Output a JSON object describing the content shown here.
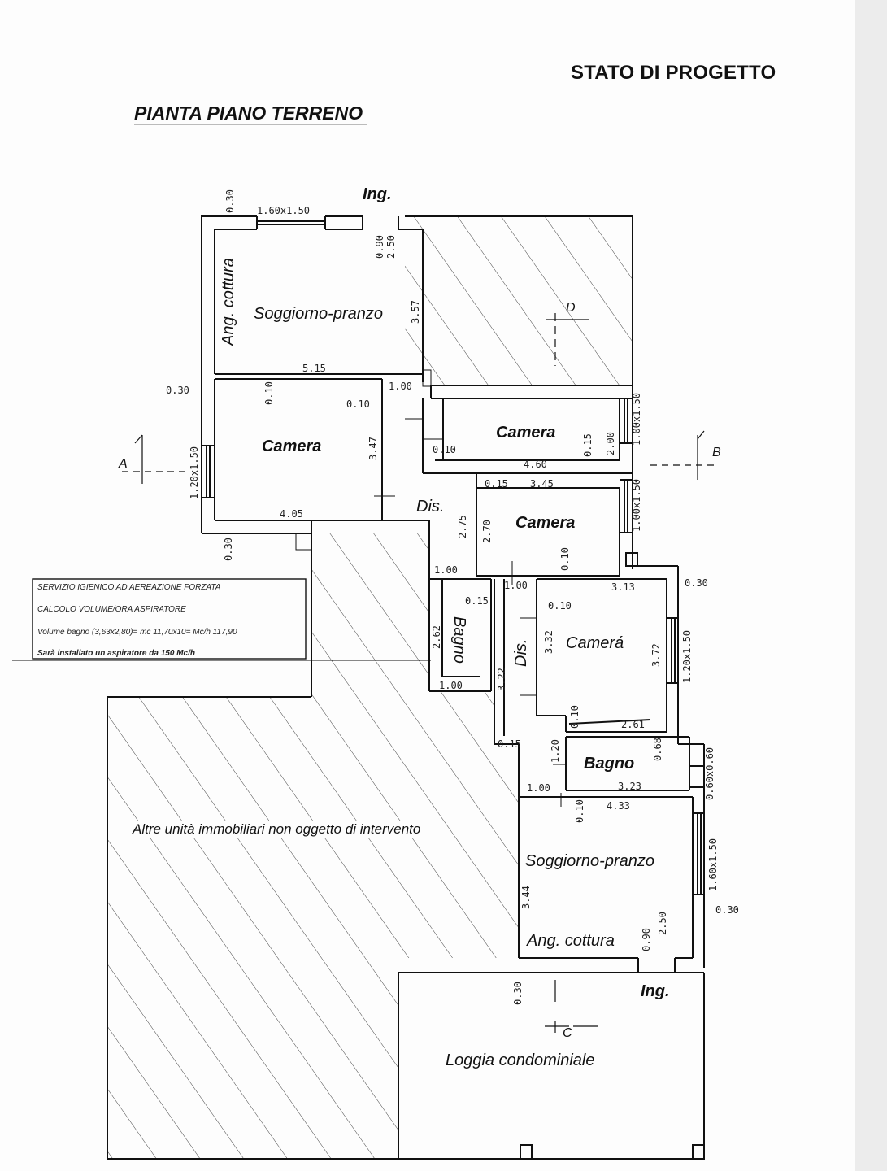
{
  "header": {
    "project_status": "STATO DI PROGETTO",
    "floor_title": "PIANTA PIANO TERRENO"
  },
  "rooms": {
    "north_living": "Soggiorno-pranzo",
    "north_kitchen": "Ang. cottura",
    "camera_west": "Camera",
    "camera_east_top": "Camera",
    "camera_east_mid": "Camera",
    "camera_south": "Camerá",
    "dis_north": "Dis.",
    "dis_south": "Dis.",
    "bagno_west": "Bagno",
    "bagno_south": "Bagno",
    "south_living": "Soggiorno-pranzo",
    "south_kitchen": "Ang. cottura",
    "loggia": "Loggia condominiale"
  },
  "entrances": {
    "north": "Ing.",
    "south": "Ing."
  },
  "other_units": "Altre unità immobiliari non oggetto di intervento",
  "note": {
    "line1": "SERVIZIO IGIENICO AD AEREAZIONE FORZATA",
    "line2": "CALCOLO VOLUME/ORA ASPIRATORE",
    "line3": "Volume bagno (3,63x2,80)= mc 11,70x10= Mc/h 117,90",
    "line4": "Sarà installato un aspiratore da 150 Mc/h"
  },
  "section_marks": {
    "a": "A",
    "b": "B",
    "c": "C",
    "d": "D"
  },
  "dimensions": {
    "d_030_top": "0.30",
    "d_window_top": "1.60x1.50",
    "d_090_top": "0.90",
    "d_250_top": "2.50",
    "d_357": "3.57",
    "d_515": "5.15",
    "d_010_a": "0.10",
    "d_030_left": "0.30",
    "d_010_b": "0.10",
    "d_100_a": "1.00",
    "d_347": "3.47",
    "d_405": "4.05",
    "d_window_west": "1.20x1.50",
    "d_window_camera": "1.00x1.50",
    "d_010_c": "0.10",
    "d_015_a": "0.15",
    "d_200": "2.00",
    "d_460": "4.60",
    "d_015_b": "0.15",
    "d_345": "3.45",
    "d_275": "2.75",
    "d_270": "2.70",
    "d_window_camera2": "1.00x1.50",
    "d_030_b": "0.30",
    "d_010_d": "0.10",
    "d_100_b": "1.00",
    "d_100_c": "1.00",
    "d_313": "3.13",
    "d_030_right": "0.30",
    "d_015_c": "0.15",
    "d_010_e": "0.10",
    "d_262": "2.62",
    "d_332": "3.32",
    "d_322": "3.22",
    "d_372": "3.72",
    "d_window_south": "1.20x1.50",
    "d_100_d": "1.00",
    "d_261": "2.61",
    "d_010_f": "0.10",
    "d_015_d": "0.15",
    "d_120": "1.20",
    "d_068": "0.68",
    "d_100_e": "1.00",
    "d_323": "3.23",
    "d_window_bagno": "0.60x0.60",
    "d_010_g": "0.10",
    "d_433": "4.33",
    "d_window_liv": "1.60x1.50",
    "d_344": "3.44",
    "d_030_c": "0.30",
    "d_090_b": "0.90",
    "d_250_b": "2.50",
    "d_030_d": "0.30"
  },
  "colors": {
    "ink": "#111111",
    "paper": "#fdfdfd",
    "hatch": "#444444"
  }
}
